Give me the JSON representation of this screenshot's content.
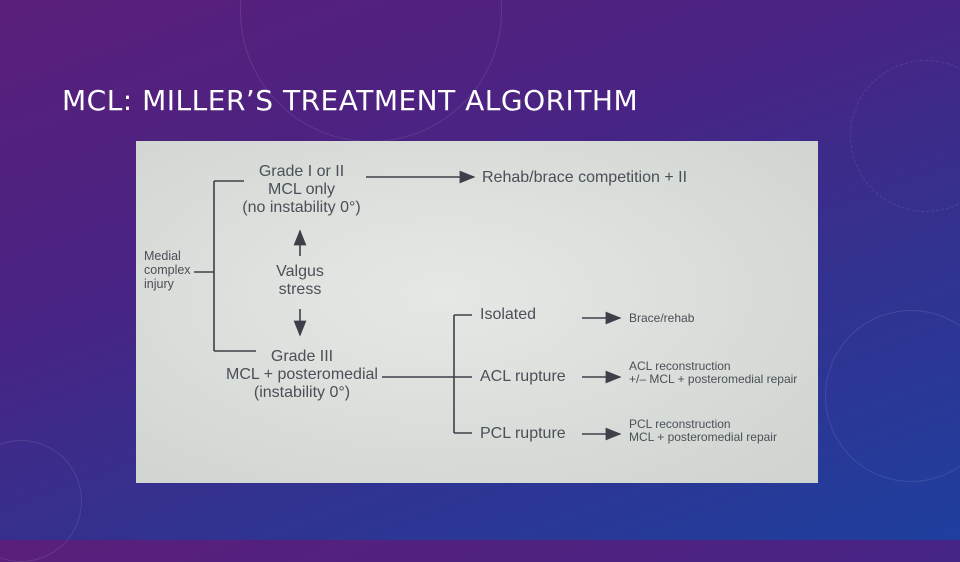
{
  "slide": {
    "title": "MCL:  MILLER’S TREATMENT ALGORITHM"
  },
  "diagram": {
    "root": [
      "Medial",
      "complex",
      "injury"
    ],
    "grade_low": [
      "Grade I or II",
      "MCL only",
      "(no instability 0°)"
    ],
    "valgus": [
      "Valgus",
      "stress"
    ],
    "grade_high": [
      "Grade III",
      "MCL + posteromedial",
      "(instability 0°)"
    ],
    "grade_low_outcome": "Rehab/brace competition + II",
    "branches": [
      {
        "label": "Isolated",
        "outcome": [
          "Brace/rehab"
        ]
      },
      {
        "label": "ACL rupture",
        "outcome": [
          "ACL reconstruction",
          "+/– MCL + posteromedial repair"
        ]
      },
      {
        "label": "PCL rupture",
        "outcome": [
          "PCL reconstruction",
          "MCL + posteromedial repair"
        ]
      }
    ]
  }
}
